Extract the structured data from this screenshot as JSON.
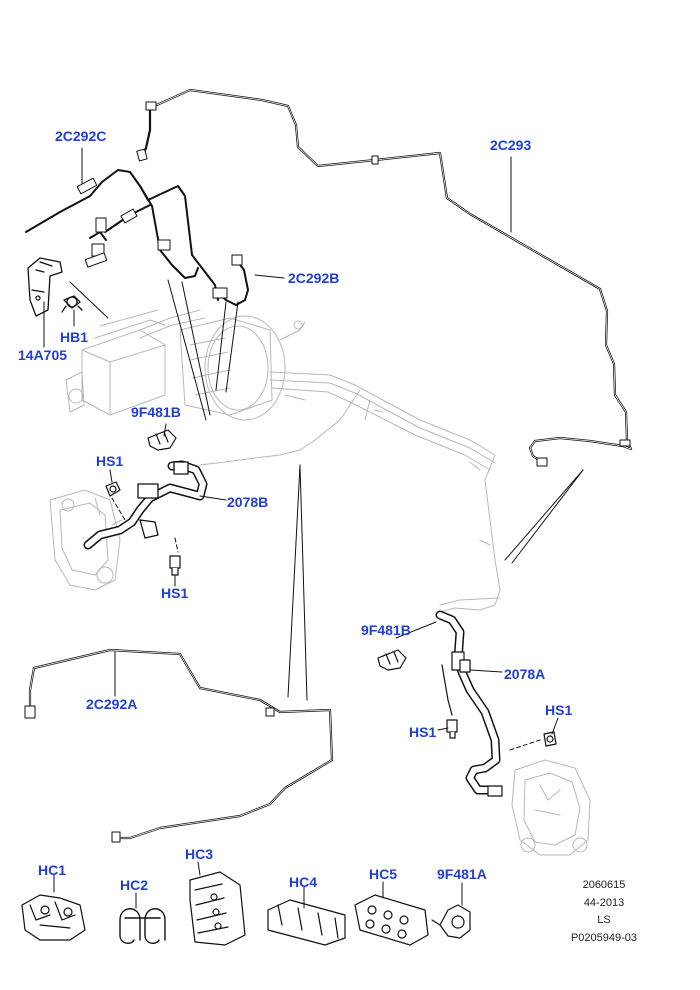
{
  "labels": {
    "c2C292C": "2C292C",
    "c2C293": "2C293",
    "c2C292B": "2C292B",
    "cHB1": "HB1",
    "c14A705": "14A705",
    "c9F481B_top": "9F481B",
    "cHS1_a": "HS1",
    "c2078B": "2078B",
    "cHS1_b": "HS1",
    "c2C292A": "2C292A",
    "c9F481B_mid": "9F481B",
    "c2078A": "2078A",
    "cHS1_c": "HS1",
    "cHS1_d": "HS1",
    "cHC1": "HC1",
    "cHC2": "HC2",
    "cHC3": "HC3",
    "cHC4": "HC4",
    "cHC5": "HC5",
    "c9F481A": "9F481A"
  },
  "footer": {
    "line1": "2060615",
    "line2": "44-2013",
    "line3": "LS",
    "line4": "P0205949-03"
  },
  "colors": {
    "callout": "#1f3fd0",
    "line": "#111111",
    "ghost": "#b5b5b5"
  }
}
